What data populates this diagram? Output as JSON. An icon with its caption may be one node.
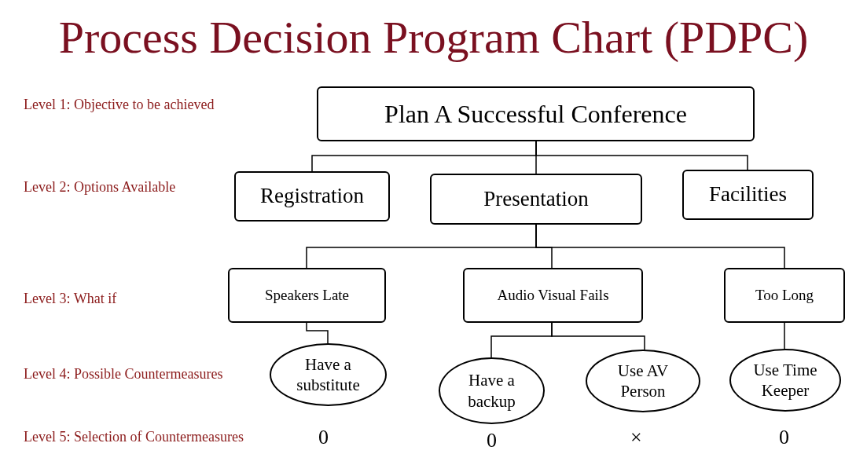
{
  "diagram": {
    "title": "Process Decision Program Chart (PDPC)",
    "nodes": [
      {
        "text": [
          "Plan A Successful Conference"
        ]
      },
      {
        "text": [
          "Registration"
        ]
      },
      {
        "text": [
          "Presentation"
        ]
      },
      {
        "text": [
          "Facilities"
        ]
      },
      {
        "text": [
          "Speakers Late"
        ]
      },
      {
        "text": [
          "Audio Visual Fails"
        ]
      },
      {
        "text": [
          "Too Long"
        ]
      },
      {
        "text": [
          "Have a substitute"
        ]
      },
      {
        "text": [
          "Have a backup"
        ]
      },
      {
        "text": [
          "Use AV Person"
        ]
      },
      {
        "text": [
          "Use Time Keeper"
        ]
      }
    ],
    "edges": [
      {
        "from": 0,
        "to": 1,
        "arrow": "none"
      },
      {
        "from": 0,
        "to": 2,
        "arrow": "none"
      },
      {
        "from": 0,
        "to": 3,
        "arrow": "none"
      },
      {
        "from": 2,
        "to": 4,
        "arrow": "none"
      },
      {
        "from": 2,
        "to": 5,
        "arrow": "none"
      },
      {
        "from": 2,
        "to": 6,
        "arrow": "none"
      },
      {
        "from": 4,
        "to": 7,
        "arrow": "none"
      },
      {
        "from": 5,
        "to": 8,
        "arrow": "none"
      },
      {
        "from": 5,
        "to": 9,
        "arrow": "none"
      },
      {
        "from": 6,
        "to": 10,
        "arrow": "none"
      }
    ],
    "labels": [
      "Level 1:  Objective  to be achieved",
      "Level 2: Options Available",
      "Level 3: What if",
      "Level 4: Possible Countermeasures",
      "Level 5: Selection of Countermeasures",
      "0",
      "0",
      "×",
      "0"
    ]
  }
}
